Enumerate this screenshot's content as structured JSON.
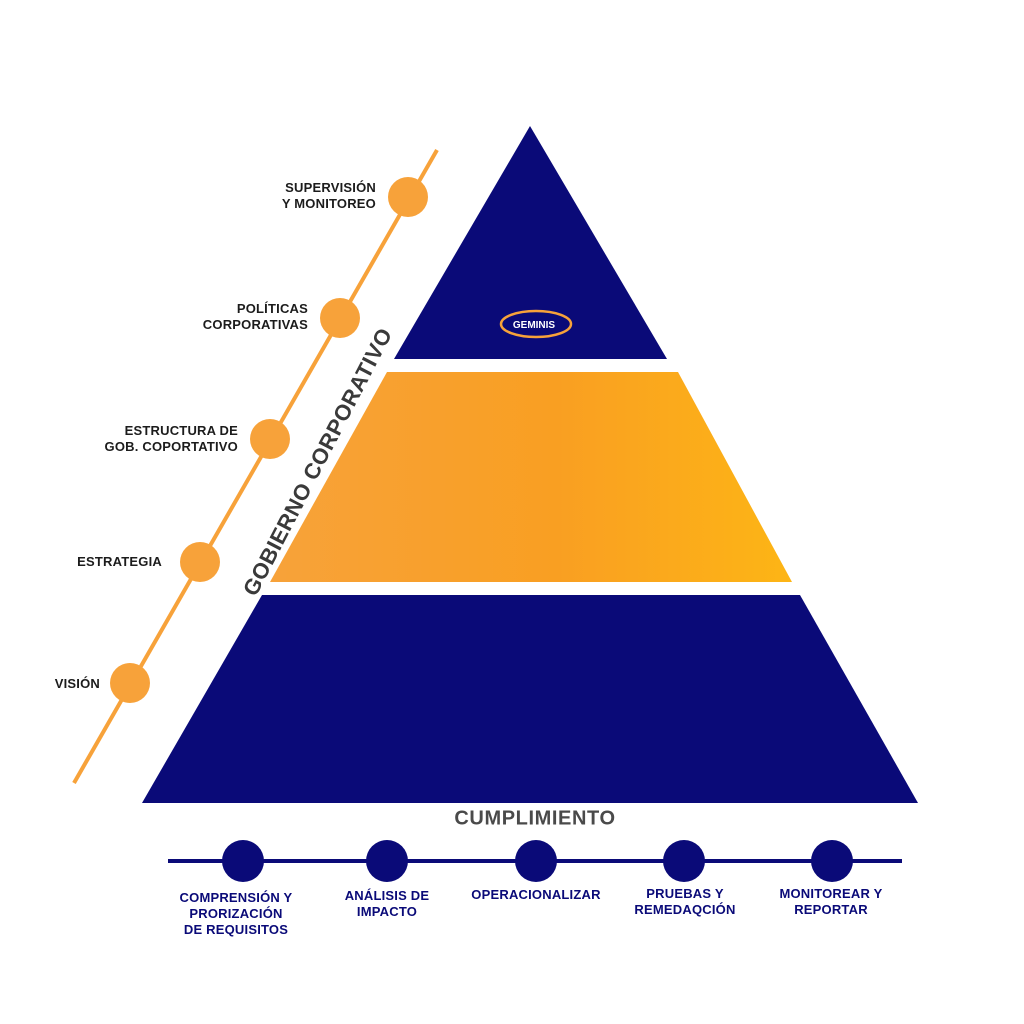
{
  "colors": {
    "navy": "#0a0a78",
    "orange": "#f7a23a",
    "orange_light": "#fdb515",
    "text_dark": "#1c1c1c"
  },
  "logo": {
    "text": "GEMINIS"
  },
  "governance_axis": {
    "label": "GOBIERNO CORPORATIVO",
    "items": [
      {
        "label_line1": "SUPERVISIÓN",
        "label_line2": "Y MONITOREO"
      },
      {
        "label_line1": "POLÍTICAS",
        "label_line2": "CORPORATIVAS"
      },
      {
        "label_line1": "ESTRUCTURA DE",
        "label_line2": "GOB. COPORTATIVO"
      },
      {
        "label_line1": "ESTRATEGIA",
        "label_line2": ""
      },
      {
        "label_line1": "VISIÓN",
        "label_line2": ""
      }
    ]
  },
  "compliance": {
    "label": "CUMPLIMIENTO",
    "steps": [
      {
        "lines": [
          "COMPRENSIÓN Y",
          "PRORIZACIÓN",
          "DE REQUISITOS"
        ]
      },
      {
        "lines": [
          "ANÁLISIS DE",
          "IMPACTO"
        ]
      },
      {
        "lines": [
          "OPERACIONALIZAR"
        ]
      },
      {
        "lines": [
          "PRUEBAS Y",
          "REMEDAQCIÓN"
        ]
      },
      {
        "lines": [
          "MONITOREAR Y",
          "REPORTAR"
        ]
      }
    ]
  }
}
